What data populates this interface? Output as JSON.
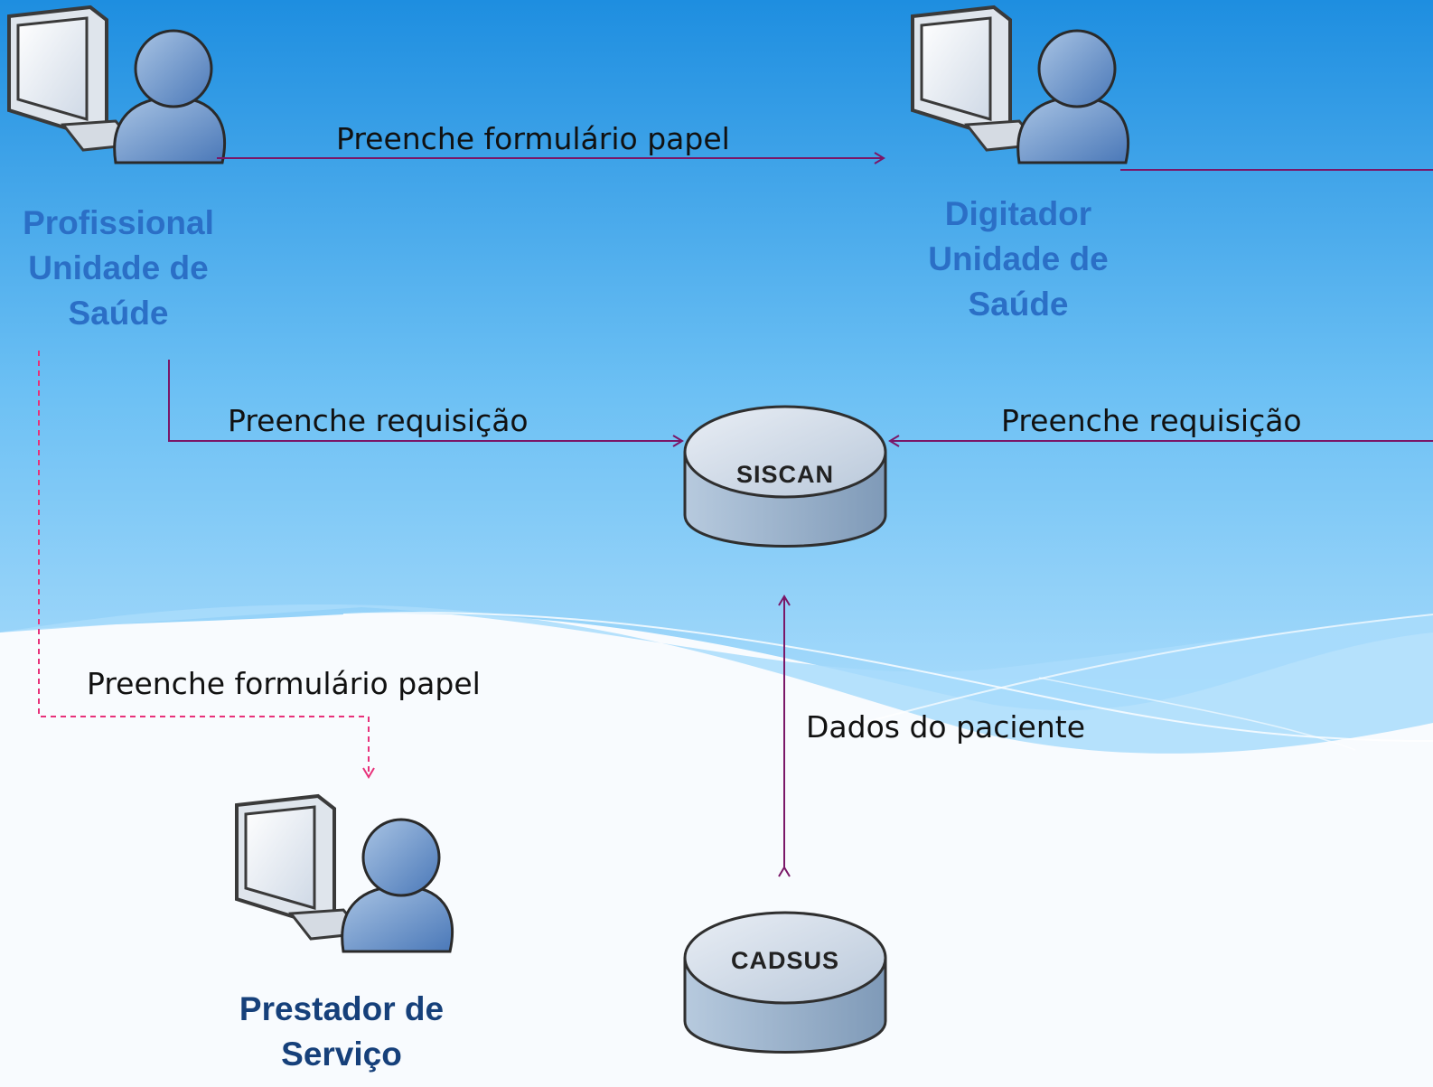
{
  "colors": {
    "bg_top": "#1f8fe0",
    "bg_bottom": "#f7fbff",
    "wave_light": "#a9dcfb",
    "arrow": "#7a1768",
    "dashed_arrow": "#e8317a",
    "role_top": "#2b6fc6",
    "role_bottom": "#16407a"
  },
  "nodes": {
    "profissional": {
      "label": "Profissional\nUnidade de\nSaúde",
      "icon": "user-computer-icon"
    },
    "digitador": {
      "label": "Digitador\nUnidade de\nSaúde",
      "icon": "user-computer-icon"
    },
    "prestador": {
      "label": "Prestador de\nServiço",
      "icon": "user-computer-icon"
    },
    "siscan": {
      "label": "SISCAN",
      "icon": "database-icon"
    },
    "cadsus": {
      "label": "CADSUS",
      "icon": "database-icon"
    }
  },
  "edges": {
    "prof_to_digitador": "Preenche formulário papel",
    "prof_to_siscan": "Preenche requisição",
    "digitador_to_siscan": "Preenche requisição",
    "prof_to_prestador": "Preenche formulário papel",
    "siscan_cadsus": "Dados do paciente"
  }
}
